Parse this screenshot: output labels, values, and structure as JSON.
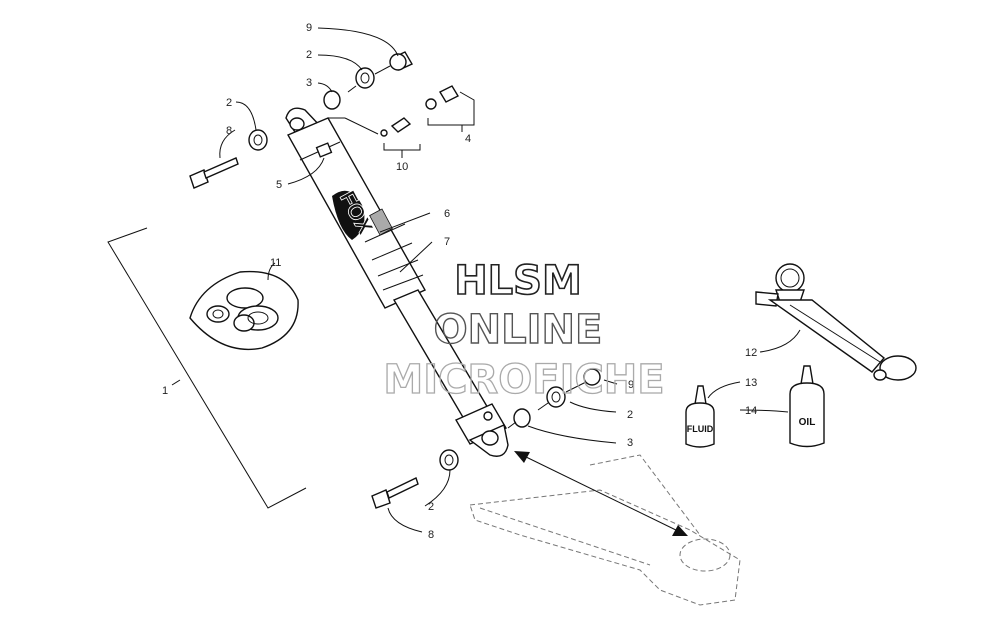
{
  "callouts": {
    "c1": "1",
    "c2a": "2",
    "c2b": "2",
    "c2c": "2",
    "c2d": "2",
    "c3a": "3",
    "c3b": "3",
    "c4": "4",
    "c5": "5",
    "c6": "6",
    "c7": "7",
    "c8a": "8",
    "c8b": "8",
    "c9a": "9",
    "c9b": "9",
    "c10": "10",
    "c11": "11",
    "c12": "12",
    "c13": "13",
    "c14": "14"
  },
  "shock": {
    "brand": "FOX"
  },
  "bottles": {
    "fluid": "FLUID",
    "oil": "OIL"
  },
  "watermark": {
    "line1": "HLSM",
    "line2": "ONLINE",
    "line3": "MICROFICHE"
  }
}
